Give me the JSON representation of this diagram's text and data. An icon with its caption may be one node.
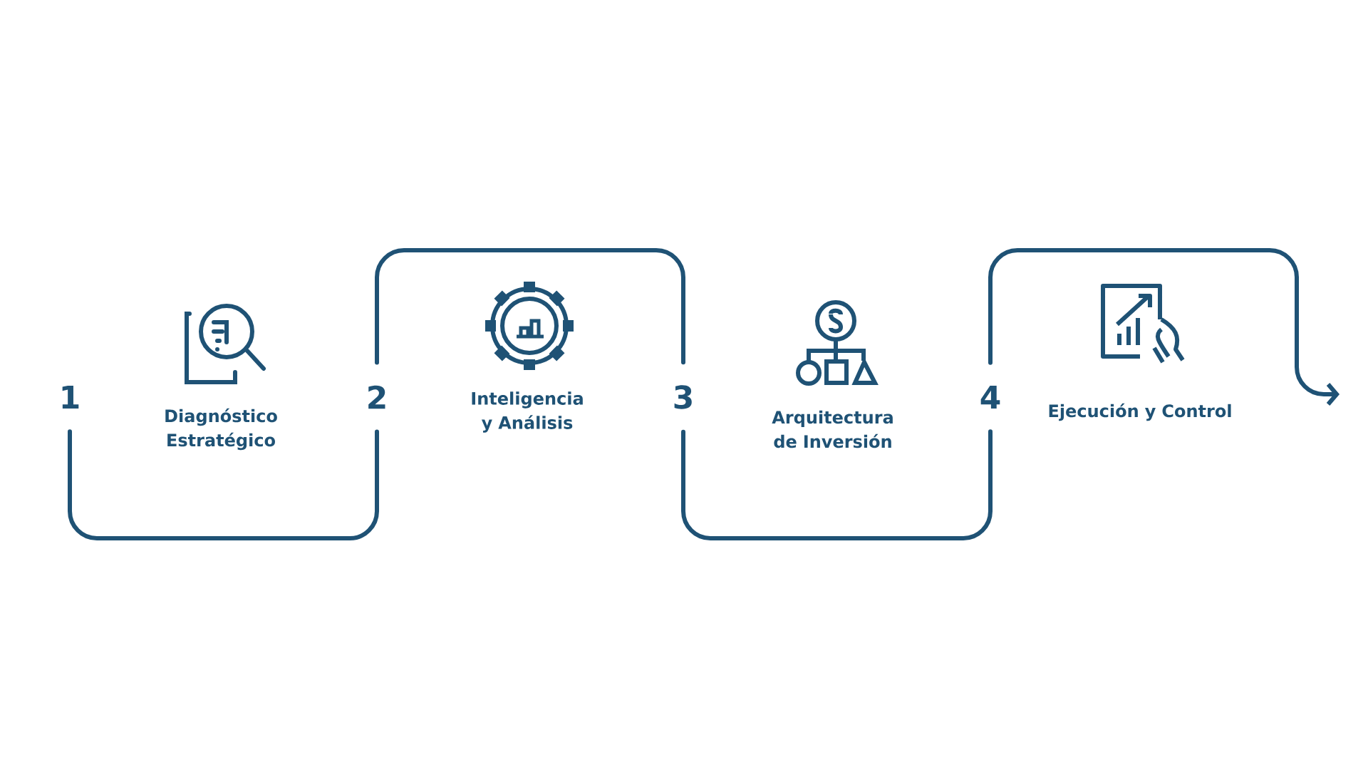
{
  "diagram": {
    "nodes": [
      {
        "text": [
          "1"
        ]
      },
      {
        "text": [
          "2"
        ]
      },
      {
        "text": [
          "3"
        ]
      },
      {
        "text": [
          "4"
        ]
      }
    ],
    "edges": [
      {
        "from": 0,
        "to": 1,
        "arrow": "none"
      },
      {
        "from": 1,
        "to": 2,
        "arrow": "none"
      },
      {
        "from": 2,
        "to": 3,
        "arrow": "none"
      },
      {
        "from": 3,
        "to": null,
        "arrow": "to"
      }
    ],
    "labels": [
      "Diagnóstico Estratégico",
      "Inteligencia y Análisis",
      "Arquitectura de Inversión",
      "Ejecución y Control"
    ]
  }
}
